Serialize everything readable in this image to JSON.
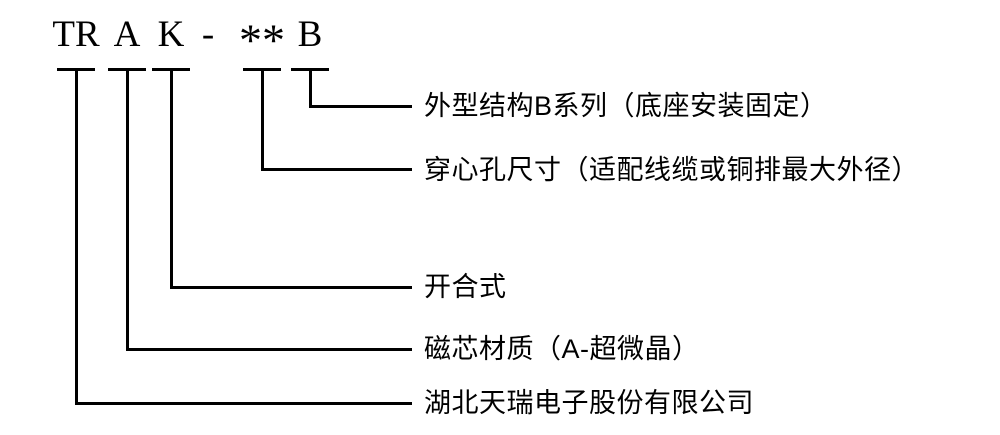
{
  "model_code": {
    "segments": [
      "TR",
      "A",
      "K",
      "-",
      "**",
      "B"
    ]
  },
  "mappings": [
    {
      "code": "B",
      "label": "外型结构B系列（底座安装固定）"
    },
    {
      "code": "**",
      "label": "穿心孔尺寸（适配线缆或铜排最大外径）"
    },
    {
      "code": "K",
      "label": "开合式"
    },
    {
      "code": "A",
      "label": "磁芯材质（A-超微晶）"
    },
    {
      "code": "TR",
      "label": "湖北天瑞电子股份有限公司"
    }
  ],
  "colors": {
    "ink": "#000000",
    "background": "#ffffff"
  }
}
